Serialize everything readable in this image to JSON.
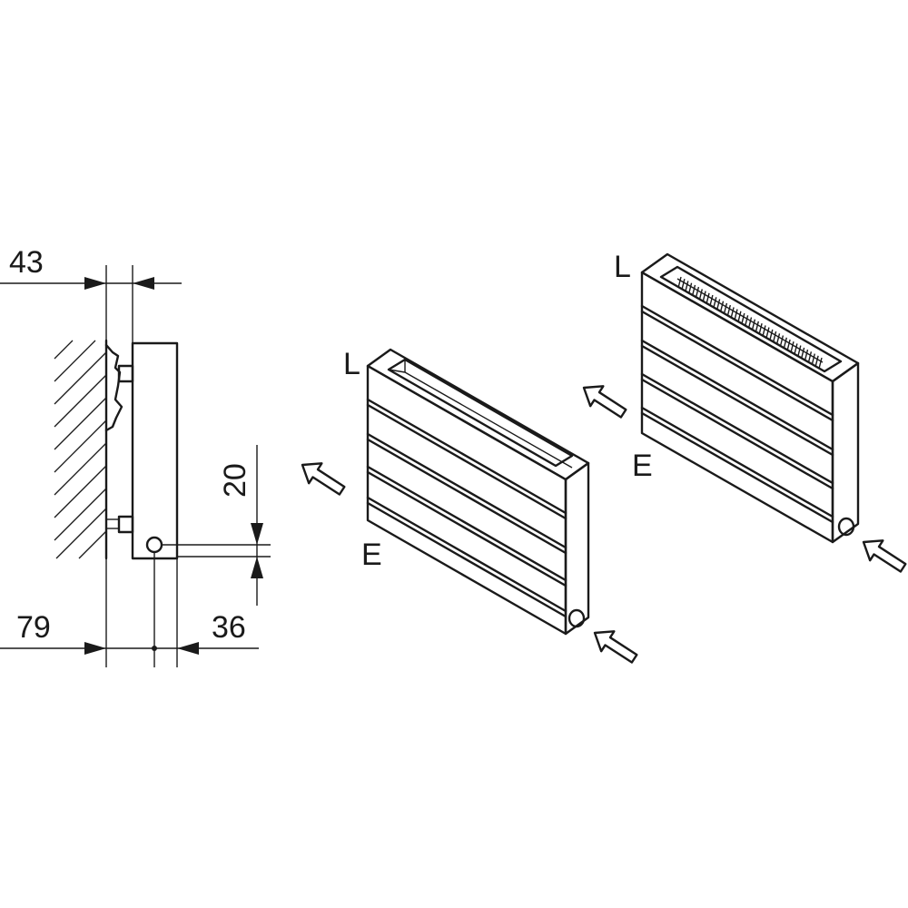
{
  "dimensions": {
    "wall_gap": "43",
    "connection_height": "20",
    "offset_left": "79",
    "offset_right": "36"
  },
  "front_unit": {
    "outlet_label": "L",
    "inlet_label": "E"
  },
  "back_unit": {
    "outlet_label": "L",
    "inlet_label": "E"
  }
}
